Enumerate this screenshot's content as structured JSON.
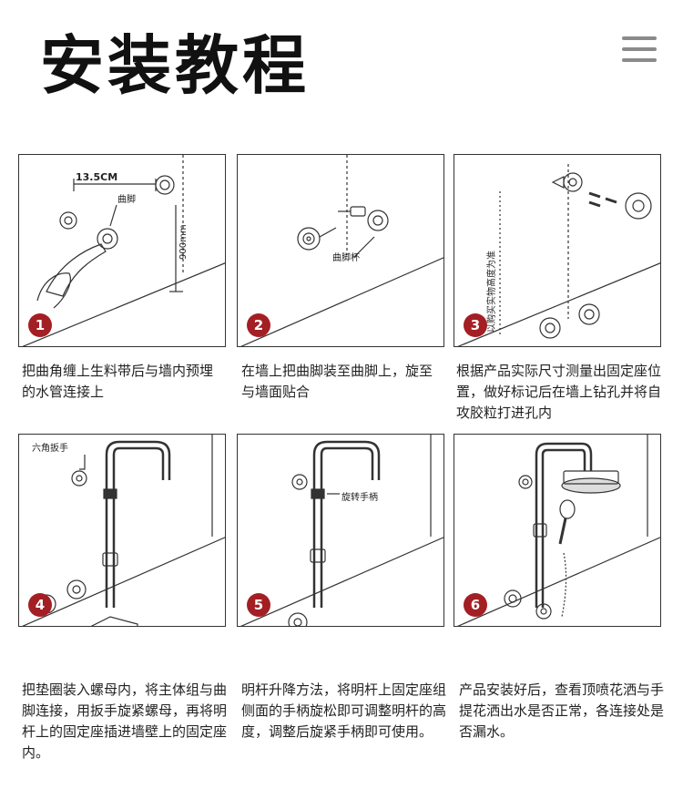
{
  "header": {
    "title": "安装教程",
    "menu_icon": "hamburger-menu-icon"
  },
  "accent_color": "#a31f24",
  "steps": [
    {
      "number": "1",
      "caption": "把曲角缠上生料带后与墙内预埋的水管连接上",
      "labels": {
        "spacing": "13.5CM",
        "part": "曲脚",
        "height": "900mm"
      }
    },
    {
      "number": "2",
      "caption": "在墙上把曲脚装至曲脚上，旋至与墙面贴合",
      "labels": {
        "part": "曲脚杯"
      }
    },
    {
      "number": "3",
      "caption": "根据产品实际尺寸测量出固定座位置，做好标记后在墙上钻孔并将自攻胶粒打进孔内",
      "labels": {
        "note": "以购买实物高度为准"
      }
    },
    {
      "number": "4",
      "caption": "把垫圈装入螺母内，将主体组与曲脚连接，用扳手旋紧螺母，再将明杆上的固定座插进墙壁上的固定座内。",
      "labels": {
        "tool": "六角扳手"
      }
    },
    {
      "number": "5",
      "caption": "明杆升降方法，将明杆上固定座组侧面的手柄旋松即可调整明杆的高度，调整后旋紧手柄即可使用。",
      "labels": {
        "part": "旋转手柄"
      }
    },
    {
      "number": "6",
      "caption": "产品安装好后，查看顶喷花洒与手提花洒出水是否正常，各连接处是否漏水。",
      "labels": {}
    }
  ]
}
